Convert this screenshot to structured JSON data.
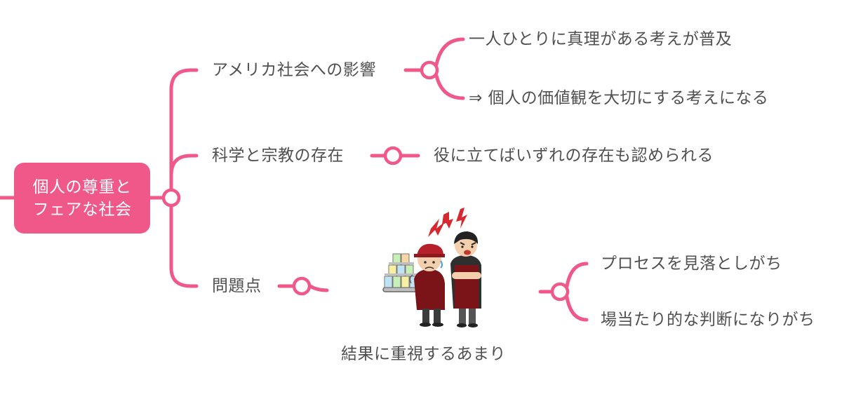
{
  "root": {
    "line1": "個人の尊重と",
    "line2": "フェアな社会"
  },
  "branches": [
    {
      "label": "アメリカ社会への影響",
      "children": [
        "一人ひとりに真理がある考えが普及",
        "⇒ 個人の価値観を大切にする考えになる"
      ]
    },
    {
      "label": "科学と宗教の存在",
      "children": [
        "役に立てばいずれの存在も認められる"
      ]
    },
    {
      "label": "問題点",
      "caption": "結果に重視するあまり",
      "children": [
        "プロセスを見落としがち",
        "場当たり的な判断になりがち"
      ]
    }
  ],
  "illustration": {
    "icon": "stressed-waiter-and-angry-boss-illustration"
  },
  "colors": {
    "accent": "#f0588a",
    "text": "#505050",
    "background": "#ffffff"
  }
}
